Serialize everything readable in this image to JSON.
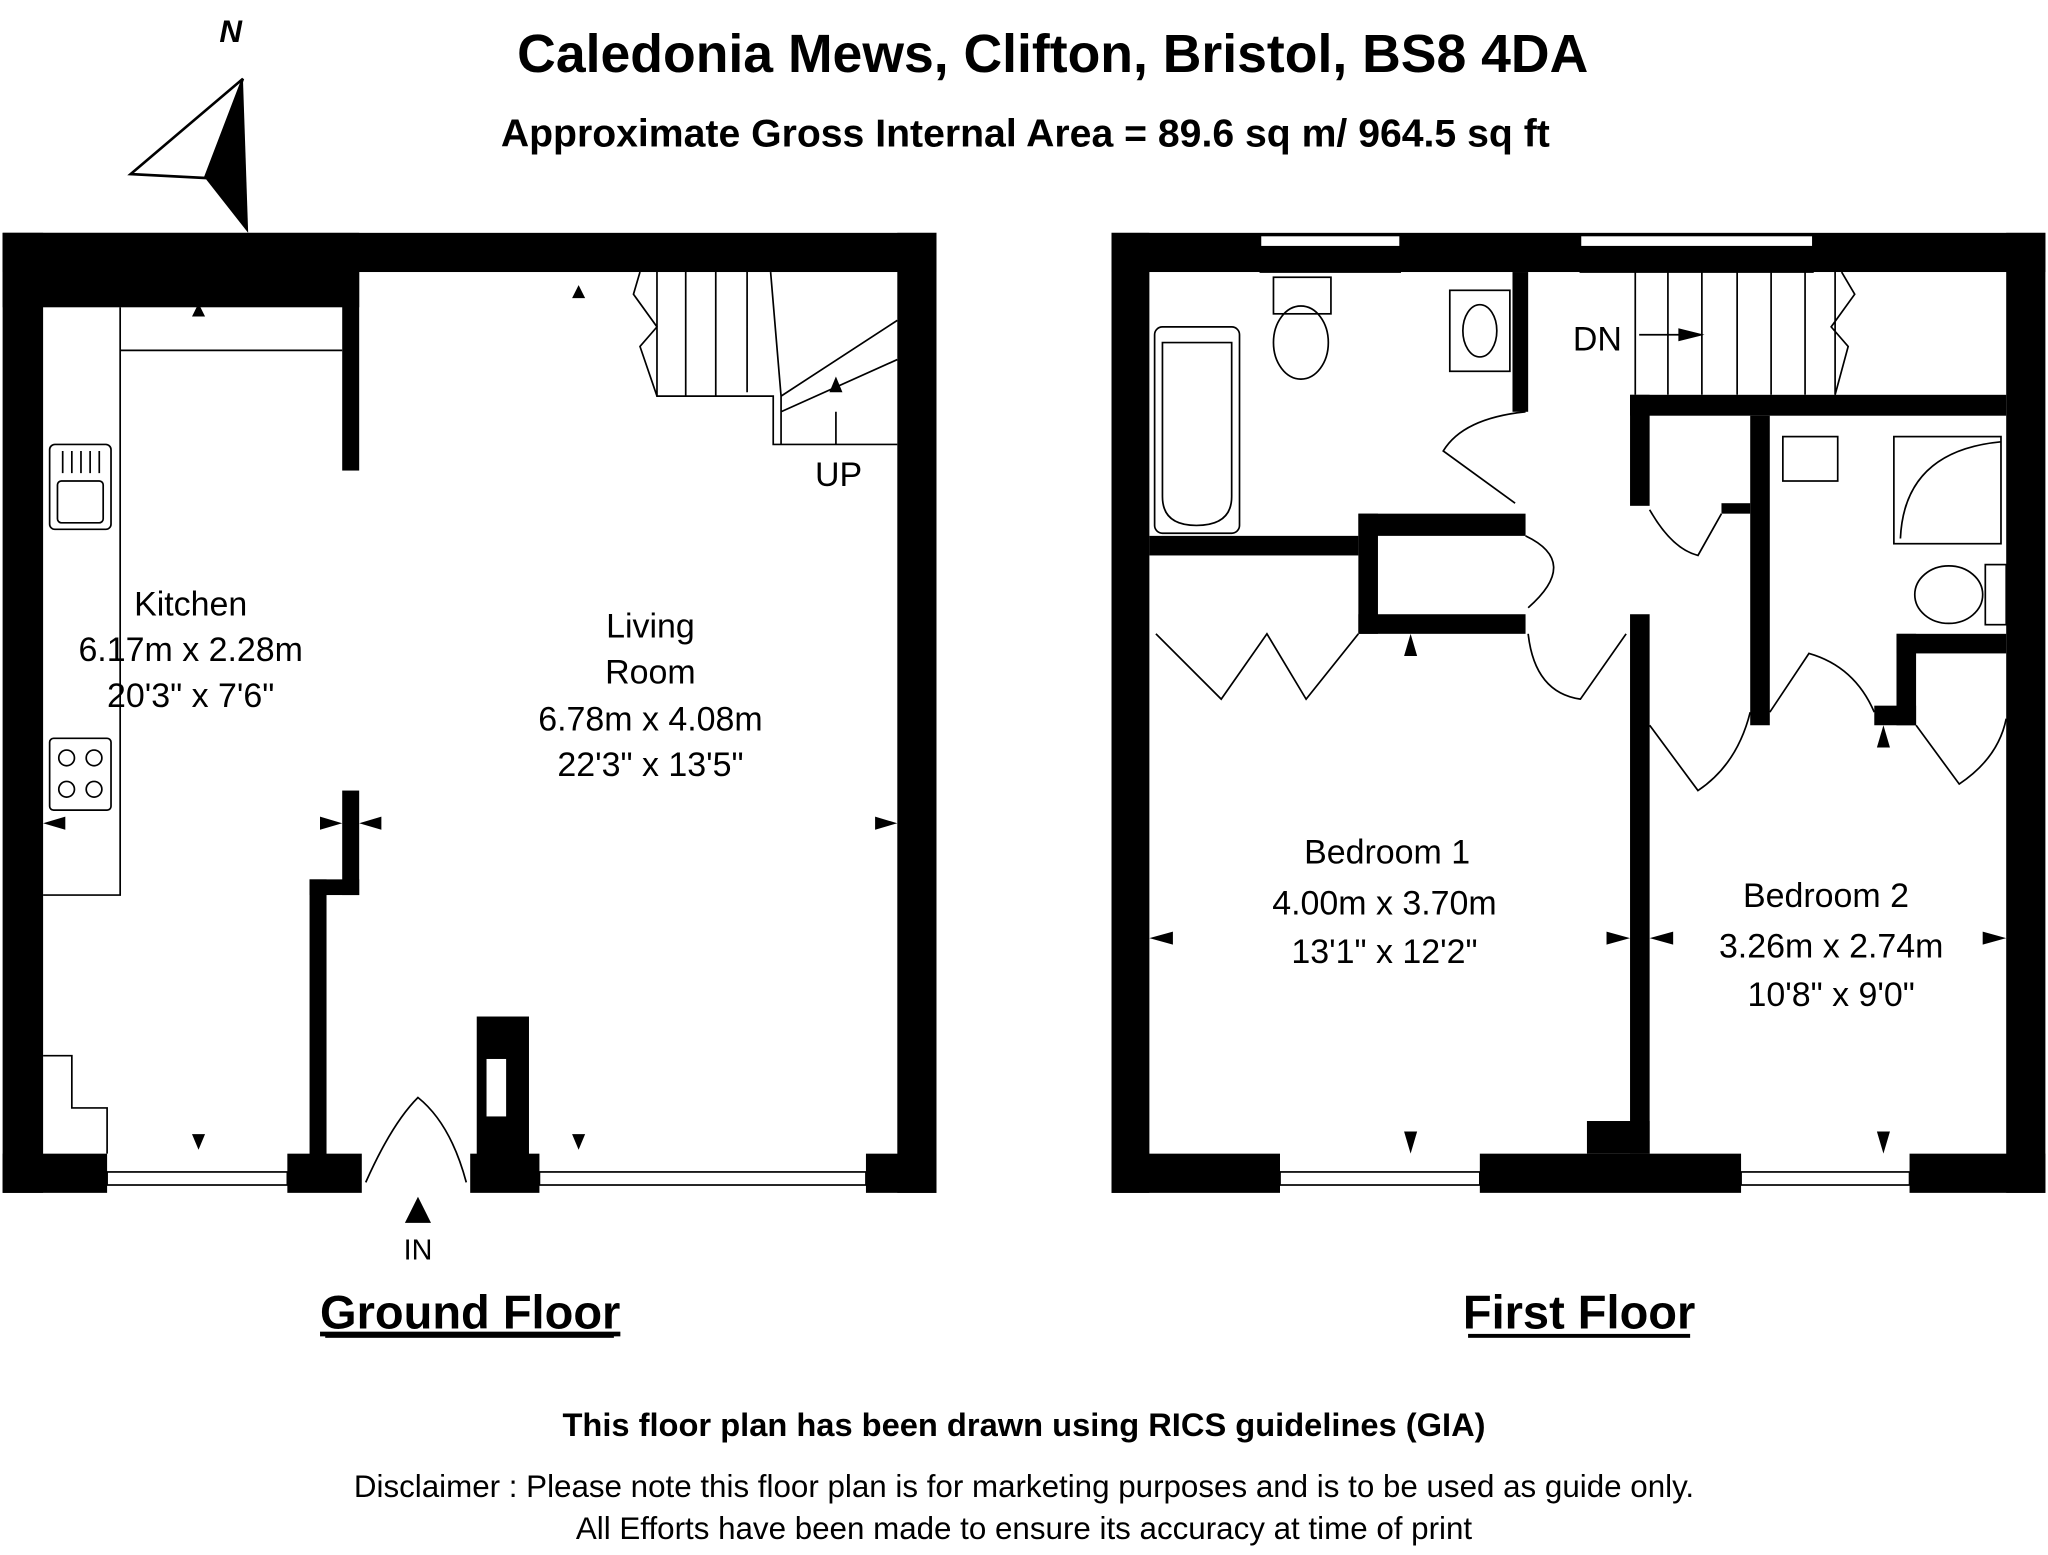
{
  "header": {
    "title": "Caledonia Mews, Clifton, Bristol, BS8 4DA",
    "area": "Approximate Gross Internal Area = 89.6 sq m/ 964.5 sq ft",
    "north_label": "N"
  },
  "ground_floor": {
    "label": "Ground Floor",
    "kitchen": {
      "name": "Kitchen",
      "metric": "6.17m x 2.28m",
      "imperial": "20'3\" x 7'6\""
    },
    "living": {
      "name1": "Living",
      "name2": "Room",
      "metric": "6.78m x 4.08m",
      "imperial": "22'3\" x 13'5\""
    },
    "up_label": "UP",
    "in_label": "IN"
  },
  "first_floor": {
    "label": "First Floor",
    "bedroom1": {
      "name": "Bedroom 1",
      "metric": "4.00m x 3.70m",
      "imperial": "13'1\" x 12'2\""
    },
    "bedroom2": {
      "name": "Bedroom 2",
      "metric": "3.26m x 2.74m",
      "imperial": "10'8\" x 9'0\""
    },
    "dn_label": "DN"
  },
  "footer": {
    "rics": "This floor plan has been drawn using RICS guidelines (GIA)",
    "disclaimer1": "Disclaimer : Please note this floor plan is for marketing purposes and is to be used as guide only.",
    "disclaimer2": "All Efforts have been made to ensure its accuracy at time of print"
  }
}
